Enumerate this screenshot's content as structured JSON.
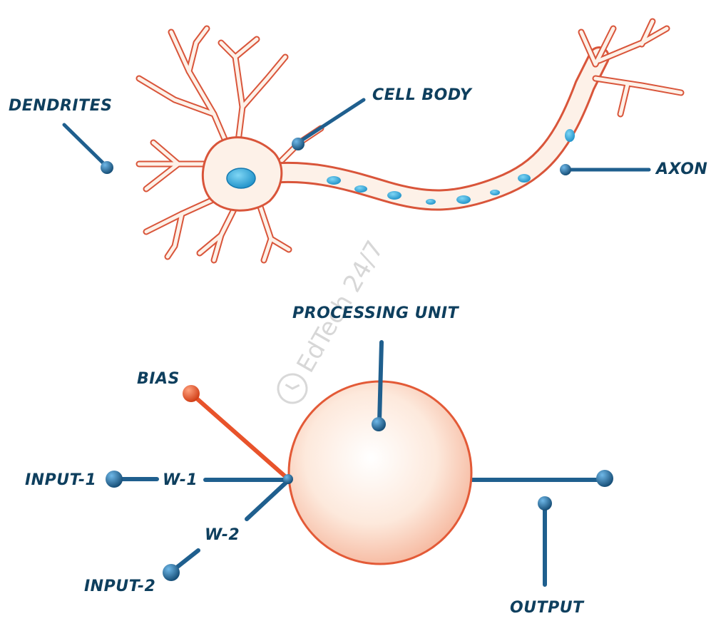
{
  "neuron": {
    "labels": {
      "dendrites": "DENDRITES",
      "cell_body": "CELL BODY",
      "axon": "AXON"
    }
  },
  "perceptron": {
    "labels": {
      "processing_unit": "PROCESSING UNIT",
      "bias": "BIAS",
      "input_1": "INPUT-1",
      "w_1": "W-1",
      "w_2": "W-2",
      "input_2": "INPUT-2",
      "output": "OUTPUT"
    }
  },
  "watermark": "EdTech 24/7",
  "colors": {
    "label_text": "#0e3f5e",
    "pointer": "#1f5f8e",
    "pointer_highlight": "#3d93cf",
    "bias_pointer": "#e8532b",
    "membrane_outline": "#d9553a",
    "membrane_fill": "#fdf1e8",
    "nucleus": "#2aa3d8"
  }
}
